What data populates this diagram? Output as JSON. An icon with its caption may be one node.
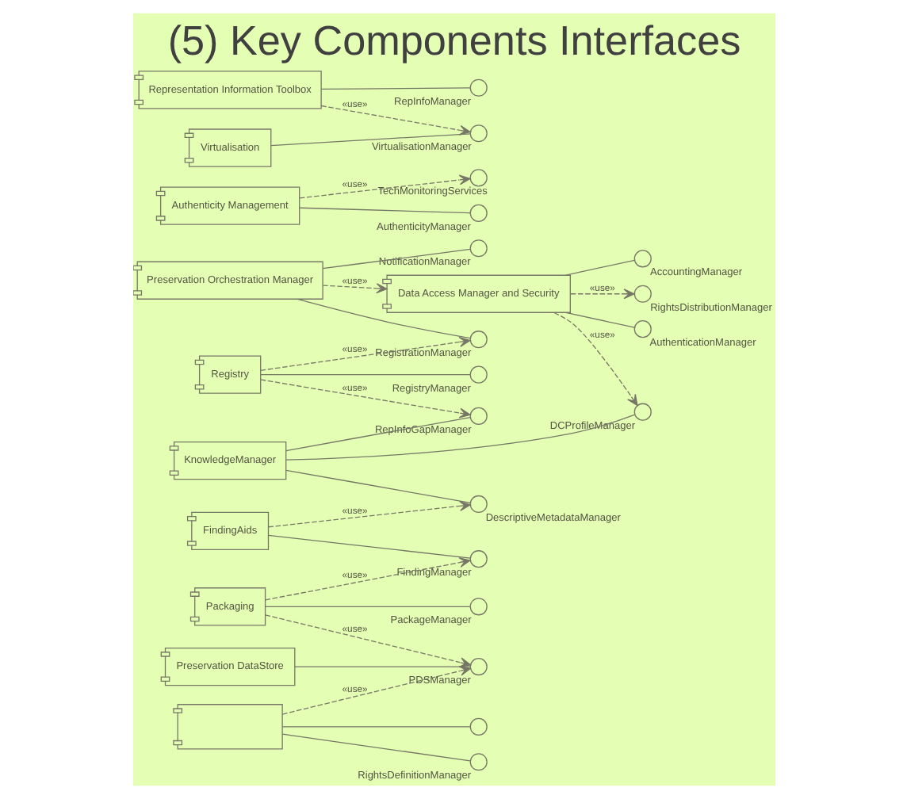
{
  "diagram": {
    "title": "(5) Key Components Interfaces",
    "nodes": [
      {
        "text": [
          "Preservation Orchestration Manager"
        ]
      },
      {
        "text": [],
        "shape": "circle",
        "beside": [
          "NotificationManager"
        ]
      },
      {
        "text": [],
        "shape": "circle",
        "beside": [
          "RegistrationManager"
        ]
      },
      {
        "text": [
          "Registry"
        ]
      },
      {
        "text": [],
        "shape": "circle",
        "beside": [
          "RegistryManager"
        ]
      },
      {
        "text": [],
        "shape": "circle",
        "beside": [
          "RepInfoGapManager"
        ]
      },
      {
        "text": [
          "KnowledgeManager"
        ]
      },
      {
        "text": [],
        "shape": "circle",
        "beside": [
          "DescriptiveMetadataManager"
        ]
      },
      {
        "text": [
          "FindingAids"
        ]
      },
      {
        "text": [],
        "shape": "circle",
        "beside": [
          "FindingManager"
        ]
      },
      {
        "text": [],
        "shape": "circle",
        "beside": [
          "DCProfileManager"
        ]
      },
      {
        "text": [],
        "shape": "circle",
        "beside": [
          "TechMonitoringServices"
        ]
      },
      {
        "text": [
          "Authenticity Management"
        ]
      },
      {
        "text": [],
        "shape": "circle",
        "beside": [
          "AuthenticityManager"
        ]
      },
      {
        "text": [
          "Data Access Manager and Security"
        ]
      },
      {
        "text": [],
        "shape": "circle",
        "beside": [
          "AuthenticationManager"
        ]
      },
      {
        "text": [],
        "shape": "circle",
        "beside": [
          "AccountingManager"
        ]
      },
      {
        "text": [],
        "shape": "circle",
        "beside": [
          "RightsDistributionManager"
        ]
      },
      {
        "text": [],
        "shape": "box"
      },
      {
        "text": [],
        "shape": "circle"
      },
      {
        "text": [],
        "shape": "circle",
        "beside": [
          "RightsDefinitionManager"
        ]
      },
      {
        "text": [],
        "shape": "circle",
        "beside": [
          "RepInfoManager"
        ]
      },
      {
        "text": [
          "Representation Information Toolbox"
        ]
      },
      {
        "text": [
          "Virtualisation"
        ]
      },
      {
        "text": [],
        "shape": "circle",
        "beside": [
          "VirtualisationManager"
        ]
      },
      {
        "text": [],
        "shape": "circle",
        "beside": [
          "PDSManager"
        ]
      },
      {
        "text": [
          "Packaging"
        ]
      },
      {
        "text": [],
        "shape": "circle",
        "beside": [
          "PackageManager"
        ]
      },
      {
        "text": [
          "Preservation DataStore"
        ]
      }
    ],
    "edges": [
      {
        "from": 0,
        "to": 1,
        "arrow": "none"
      },
      {
        "from": 0,
        "to": 2,
        "arrow": "none"
      },
      {
        "from": 3,
        "to": 2,
        "arrow": "to",
        "style": "dashed",
        "label": "«use»"
      },
      {
        "from": 3,
        "to": 4,
        "arrow": "none"
      },
      {
        "from": 3,
        "to": 5,
        "arrow": "to",
        "style": "dashed",
        "label": "«use»"
      },
      {
        "from": 0,
        "to": 14,
        "arrow": "to",
        "style": "dashed",
        "label": "«use»"
      },
      {
        "from": 6,
        "to": 5,
        "arrow": "none"
      },
      {
        "from": 6,
        "to": 7,
        "arrow": "none"
      },
      {
        "from": 8,
        "to": 7,
        "arrow": "to",
        "style": "dashed",
        "label": "«use»"
      },
      {
        "from": 8,
        "to": 9,
        "arrow": "none"
      },
      {
        "from": 6,
        "to": 10,
        "arrow": "none"
      },
      {
        "from": 12,
        "to": 11,
        "arrow": "to",
        "style": "dashed",
        "label": "«use»"
      },
      {
        "from": 12,
        "to": 13,
        "arrow": "none"
      },
      {
        "from": 14,
        "to": 10,
        "arrow": "to",
        "style": "dashed",
        "label": "«use»"
      },
      {
        "from": 14,
        "to": 15,
        "arrow": "none"
      },
      {
        "from": 14,
        "to": 16,
        "arrow": "none"
      },
      {
        "from": 14,
        "to": 17,
        "arrow": "to",
        "style": "dashed",
        "label": "«use»"
      },
      {
        "from": 18,
        "to": 19,
        "arrow": "none"
      },
      {
        "from": 18,
        "to": 20,
        "arrow": "none"
      },
      {
        "from": 22,
        "to": 21,
        "arrow": "none"
      },
      {
        "from": 23,
        "to": 24,
        "arrow": "none"
      },
      {
        "from": 22,
        "to": 24,
        "arrow": "to",
        "style": "dashed",
        "label": "«use»"
      },
      {
        "from": 18,
        "to": 25,
        "arrow": "to",
        "style": "dashed",
        "label": "«use»"
      },
      {
        "from": 28,
        "to": 25,
        "arrow": "none"
      },
      {
        "from": 26,
        "to": 25,
        "arrow": "to",
        "style": "dashed",
        "label": "«use»"
      },
      {
        "from": 26,
        "to": 27,
        "arrow": "none"
      },
      {
        "from": 26,
        "to": 9,
        "arrow": "to",
        "style": "dashed",
        "label": "«use»"
      }
    ]
  }
}
